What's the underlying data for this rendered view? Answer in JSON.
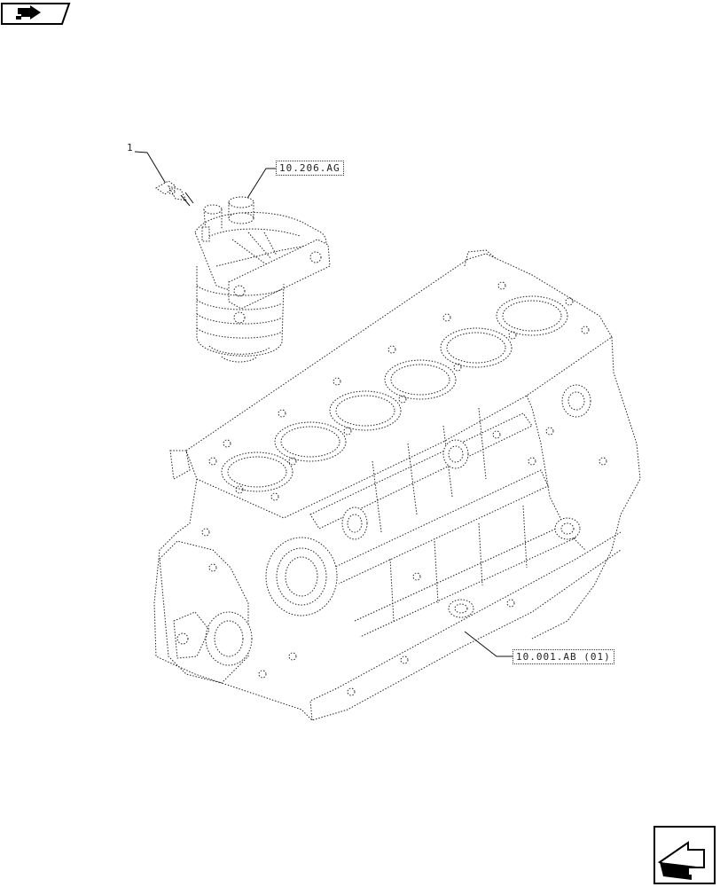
{
  "toolbar": {
    "top_nav_icon": "prev-page-arrow-icon",
    "bottom_nav_icon": "next-page-arrow-icon"
  },
  "diagram": {
    "item_number": "1",
    "references": {
      "filter_ref": "10.206.AG",
      "block_ref": "10.001.AB (01)"
    }
  }
}
